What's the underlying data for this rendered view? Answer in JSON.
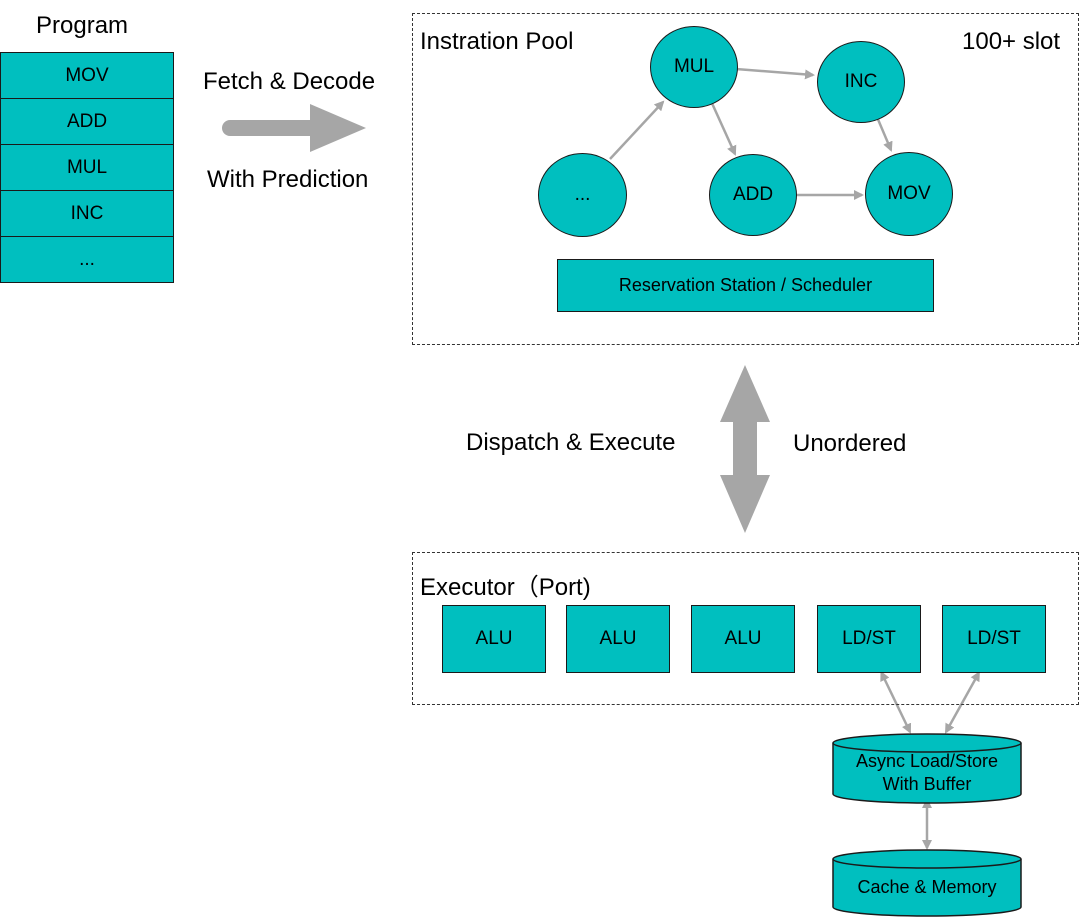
{
  "program": {
    "title": "Program",
    "items": [
      "MOV",
      "ADD",
      "MUL",
      "INC",
      "..."
    ]
  },
  "fetch": {
    "label_top": "Fetch & Decode",
    "label_bottom": "With Prediction"
  },
  "pool": {
    "title": "Instration Pool",
    "slot_label": "100+ slot",
    "nodes": {
      "mul": "MUL",
      "inc": "INC",
      "dots": "...",
      "add": "ADD",
      "mov": "MOV"
    },
    "scheduler": "Reservation Station / Scheduler"
  },
  "dispatch": {
    "left_label": "Dispatch & Execute",
    "right_label": "Unordered"
  },
  "executor": {
    "title": "Executor（Port)",
    "ports": [
      "ALU",
      "ALU",
      "ALU",
      "LD/ST",
      "LD/ST"
    ]
  },
  "buffer": {
    "line1": "Async Load/Store",
    "line2": "With Buffer"
  },
  "memory": {
    "label": "Cache & Memory"
  },
  "colors": {
    "fill": "#00bfbf",
    "arrow": "#a6a6a6"
  }
}
